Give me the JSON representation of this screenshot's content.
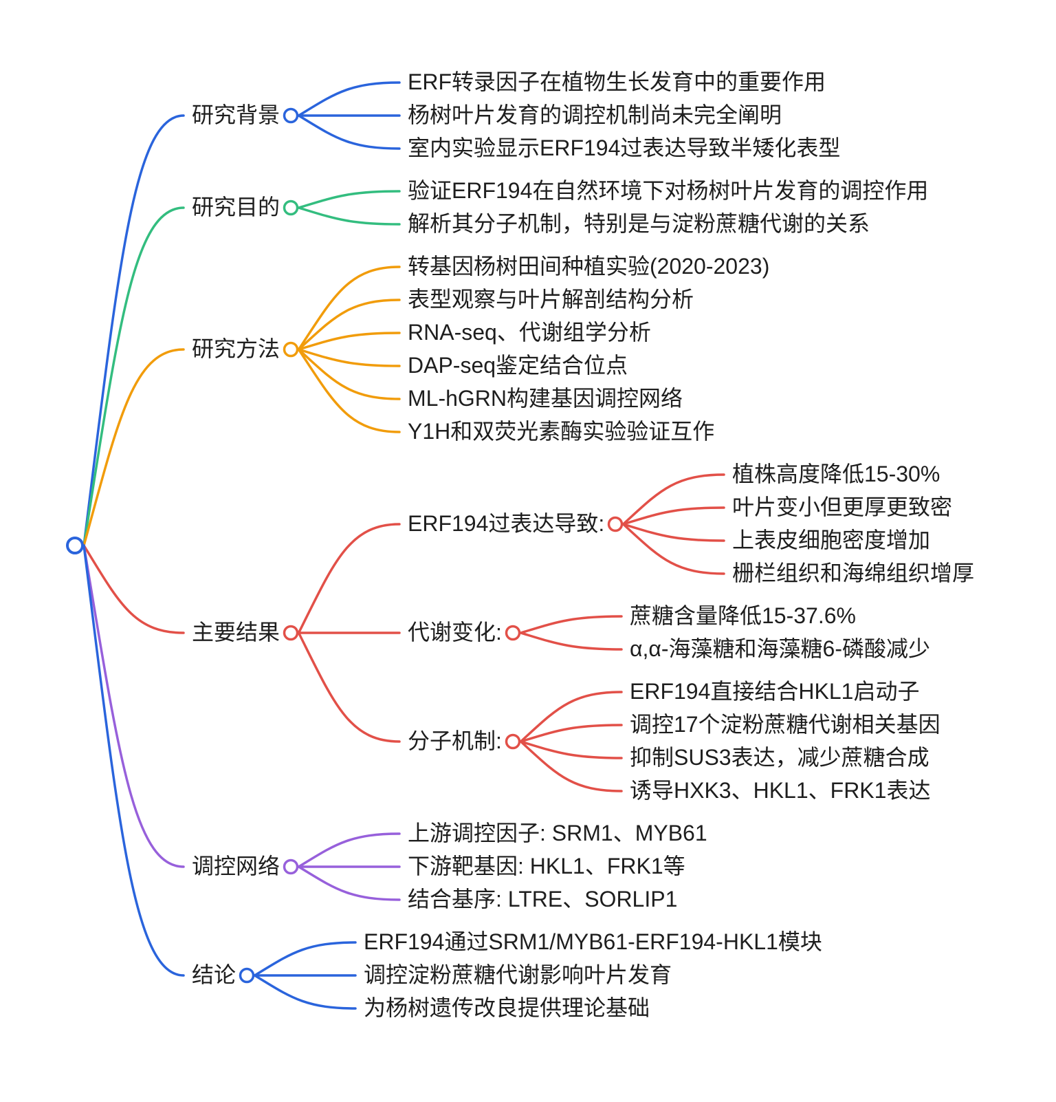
{
  "canvas": {
    "background": "#ffffff",
    "text_color": "#1e1e1e"
  },
  "palette": {
    "blue": "#2A64DC",
    "green": "#33BD7F",
    "orange": "#F19C0B",
    "red": "#E25048",
    "purple": "#9760DB"
  },
  "mindmap": {
    "root": {
      "label": "",
      "color": "#2A64DC",
      "children": [
        {
          "label": "研究背景",
          "color": "#2A64DC",
          "children": [
            {
              "label": "ERF转录因子在植物生长发育中的重要作用"
            },
            {
              "label": "杨树叶片发育的调控机制尚未完全阐明"
            },
            {
              "label": "室内实验显示ERF194过表达导致半矮化表型"
            }
          ]
        },
        {
          "label": "研究目的",
          "color": "#33BD7F",
          "children": [
            {
              "label": "验证ERF194在自然环境下对杨树叶片发育的调控作用"
            },
            {
              "label": "解析其分子机制，特别是与淀粉蔗糖代谢的关系"
            }
          ]
        },
        {
          "label": "研究方法",
          "color": "#F19C0B",
          "children": [
            {
              "label": "转基因杨树田间种植实验(2020-2023)"
            },
            {
              "label": "表型观察与叶片解剖结构分析"
            },
            {
              "label": "RNA-seq、代谢组学分析"
            },
            {
              "label": "DAP-seq鉴定结合位点"
            },
            {
              "label": "ML-hGRN构建基因调控网络"
            },
            {
              "label": "Y1H和双荧光素酶实验验证互作"
            }
          ]
        },
        {
          "label": "主要结果",
          "color": "#E25048",
          "children": [
            {
              "label": "ERF194过表达导致:",
              "children": [
                {
                  "label": "植株高度降低15-30%"
                },
                {
                  "label": "叶片变小但更厚更致密"
                },
                {
                  "label": "上表皮细胞密度增加"
                },
                {
                  "label": "栅栏组织和海绵组织增厚"
                }
              ]
            },
            {
              "label": "代谢变化:",
              "children": [
                {
                  "label": "蔗糖含量降低15-37.6%"
                },
                {
                  "label": "α,α-海藻糖和海藻糖6-磷酸减少"
                }
              ]
            },
            {
              "label": "分子机制:",
              "children": [
                {
                  "label": "ERF194直接结合HKL1启动子"
                },
                {
                  "label": "调控17个淀粉蔗糖代谢相关基因"
                },
                {
                  "label": "抑制SUS3表达，减少蔗糖合成"
                },
                {
                  "label": "诱导HXK3、HKL1、FRK1表达"
                }
              ]
            }
          ]
        },
        {
          "label": "调控网络",
          "color": "#9760DB",
          "children": [
            {
              "label": "上游调控因子: SRM1、MYB61"
            },
            {
              "label": "下游靶基因: HKL1、FRK1等"
            },
            {
              "label": "结合基序: LTRE、SORLIP1"
            }
          ]
        },
        {
          "label": "结论",
          "color": "#2A64DC",
          "children": [
            {
              "label": "ERF194通过SRM1/MYB61-ERF194-HKL1模块"
            },
            {
              "label": "调控淀粉蔗糖代谢影响叶片发育"
            },
            {
              "label": "为杨树遗传改良提供理论基础"
            }
          ]
        }
      ]
    }
  }
}
